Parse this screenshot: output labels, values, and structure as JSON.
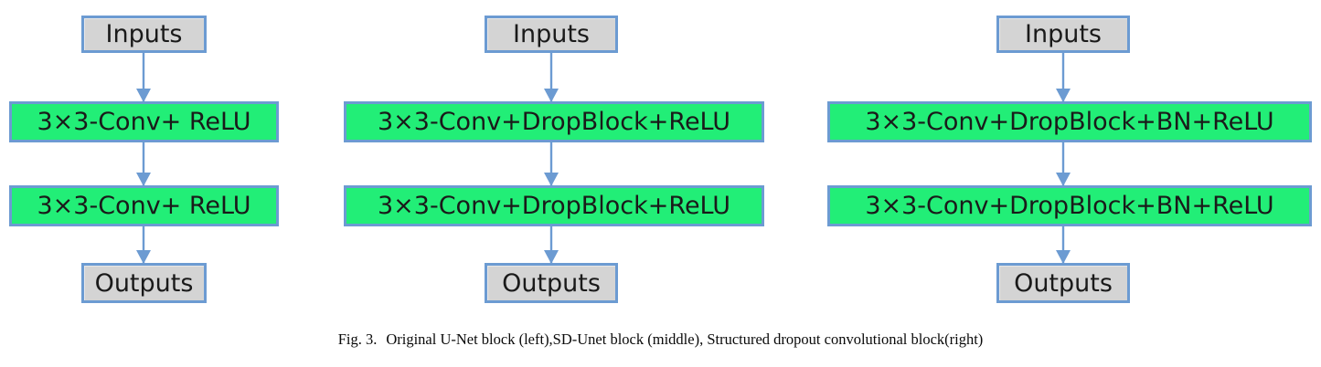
{
  "figure": {
    "caption_label": "Fig. 3.",
    "caption_text": "Original U-Net block (left),SD-Unet block (middle), Structured dropout convolutional block(right)",
    "colors": {
      "conv_fill": "#22EE77",
      "io_fill": "#D4D4D4",
      "border": "#6C9BD2",
      "arrow": "#6C9BD2",
      "text": "#1A1A1A",
      "background": "#FFFFFF"
    }
  },
  "columns": [
    {
      "name": "original-unet-block",
      "position_label": "left",
      "nodes": {
        "input": "Inputs",
        "conv1": "3×3-Conv+ ReLU",
        "conv2": "3×3-Conv+ ReLU",
        "output": "Outputs"
      }
    },
    {
      "name": "sd-unet-block",
      "position_label": "middle",
      "nodes": {
        "input": "Inputs",
        "conv1": "3×3-Conv+DropBlock+ReLU",
        "conv2": "3×3-Conv+DropBlock+ReLU",
        "output": "Outputs"
      }
    },
    {
      "name": "structured-dropout-conv-block",
      "position_label": "right",
      "nodes": {
        "input": "Inputs",
        "conv1": "3×3-Conv+DropBlock+BN+ReLU",
        "conv2": "3×3-Conv+DropBlock+BN+ReLU",
        "output": "Outputs"
      }
    }
  ]
}
